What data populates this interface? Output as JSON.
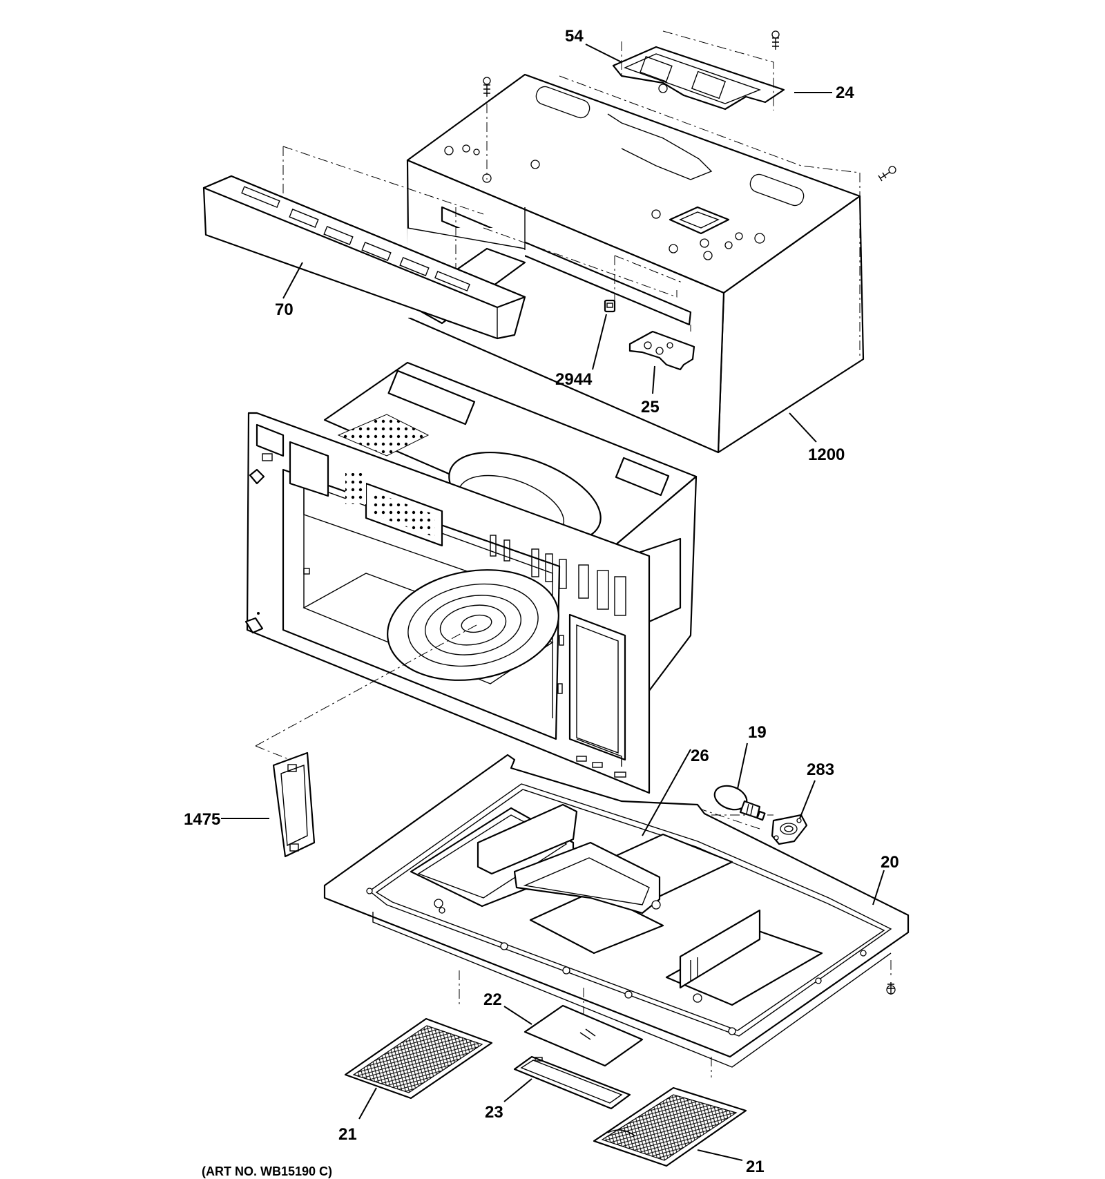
{
  "diagram": {
    "parts": [
      {
        "id": "p54",
        "label": "54"
      },
      {
        "id": "p24",
        "label": "24"
      },
      {
        "id": "p70",
        "label": "70"
      },
      {
        "id": "p2944",
        "label": "2944"
      },
      {
        "id": "p25",
        "label": "25"
      },
      {
        "id": "p1200",
        "label": "1200"
      },
      {
        "id": "p19",
        "label": "19"
      },
      {
        "id": "p26",
        "label": "26"
      },
      {
        "id": "p283",
        "label": "283"
      },
      {
        "id": "p1475",
        "label": "1475"
      },
      {
        "id": "p20",
        "label": "20"
      },
      {
        "id": "p22",
        "label": "22"
      },
      {
        "id": "p21a",
        "label": "21"
      },
      {
        "id": "p23",
        "label": "23"
      },
      {
        "id": "p21b",
        "label": "21"
      }
    ],
    "art_number": "(ART NO. WB15190 C)"
  }
}
